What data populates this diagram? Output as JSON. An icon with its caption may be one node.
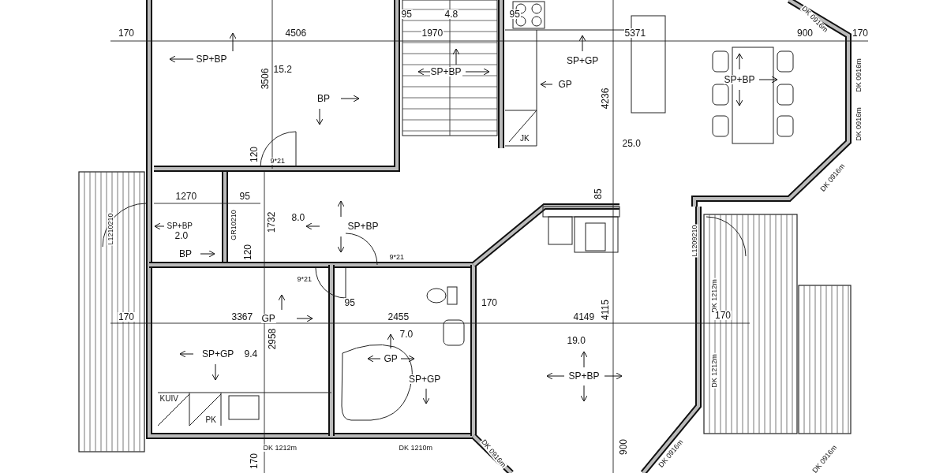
{
  "diagram": {
    "labels": [
      "95",
      "4.8",
      "95",
      "DK 0916m",
      "170",
      "4506",
      "1970",
      "5371",
      "900",
      "170",
      "SP+BP",
      "15.2",
      "3506",
      "SP+GP",
      "SP+BP",
      "SP+BP",
      "DK 0916m",
      "GP",
      "4236",
      "BP",
      "DK 0916m",
      "JK",
      "25.0",
      "DK 0916m",
      "120",
      "9*21",
      "1270",
      "95",
      "85",
      "SP+BP",
      "8.0",
      "1732",
      "SP+BP",
      "2.0",
      "L1210210",
      "GR10210",
      "L1209210",
      "BP",
      "120",
      "9*21",
      "9*21",
      "GP",
      "95",
      "170",
      "DK 1212m",
      "170",
      "3367",
      "2455",
      "4149",
      "4115",
      "170",
      "7.0",
      "19.0",
      "SP+GP",
      "9.4",
      "2958",
      "GP",
      "SP+GP",
      "SP+BP",
      "DK 1212m",
      "KUIV",
      "PK",
      "DK 1212m",
      "DK 1210m",
      "170",
      "900",
      "DK 0916m",
      "DK 0916m",
      "DK 0916m"
    ]
  }
}
